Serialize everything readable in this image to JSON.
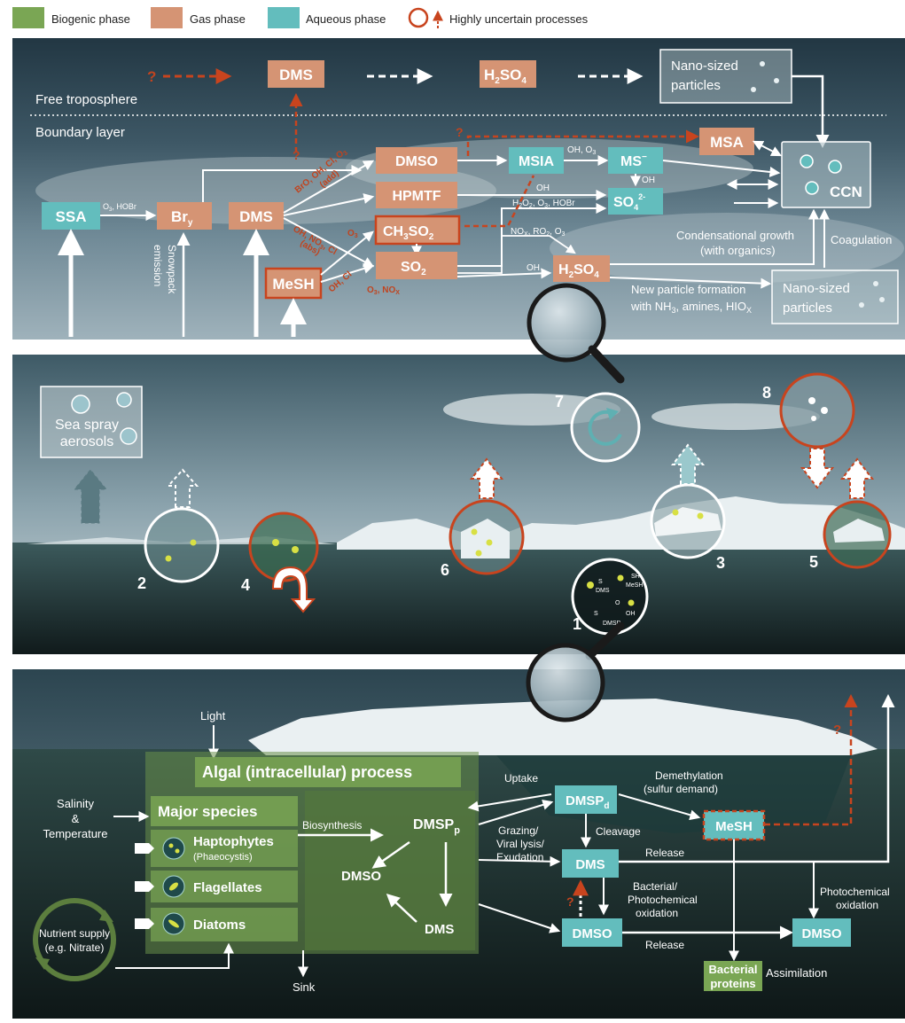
{
  "legend": {
    "biogenic": "Biogenic phase",
    "gas": "Gas phase",
    "aqueous": "Aqueous phase",
    "uncertain": "Highly uncertain processes"
  },
  "colors": {
    "biogenic": "#7aa654",
    "gas": "#d59474",
    "aqueous": "#63bdbd",
    "uncertain": "#c8441e",
    "sky_top": "#2a3d48",
    "sky_mid": "#8ea2ad",
    "ocean": "#1d2a2a"
  },
  "top_panel": {
    "question": "?",
    "free_troposphere": "Free troposphere",
    "boundary_layer": "Boundary layer",
    "dms_top": "DMS",
    "h2so4_top": {
      "main": "H",
      "sub": "2",
      "rest": "SO",
      "sub2": "4"
    },
    "nano_top": {
      "line1": "Nano-sized",
      "line2": "particles"
    },
    "ssa": "SSA",
    "ssa_label": {
      "a": "O",
      "a_sub": "3",
      "b": ", HOBr"
    },
    "bry": {
      "main": "Br",
      "sub": "y"
    },
    "snowpack": {
      "line1": "Snowpack",
      "line2": "emission"
    },
    "dms_mid": "DMS",
    "mesh": "MeSH",
    "dmso": "DMSO",
    "hpmtf": "HPMTF",
    "ch3so2": {
      "a": "CH",
      "b": "3",
      "c": "SO",
      "d": "2"
    },
    "so2": {
      "a": "SO",
      "b": "2"
    },
    "msia": "MSIA",
    "ms_minus": "MS",
    "so4": {
      "a": "SO",
      "b": "4",
      "c": "2-"
    },
    "msa": "MSA",
    "ccn": "CCN",
    "h2so4_low": {
      "a": "H",
      "b": "2",
      "c": "SO",
      "d": "4"
    },
    "nano_low": {
      "line1": "Nano-sized",
      "line2": "particles"
    },
    "lbl_bro": "BrO, OH, Cl, O",
    "lbl_bro_sub": "3",
    "lbl_add": "(add)",
    "lbl_abs_a": "OH, NO",
    "lbl_abs_sub": "3",
    "lbl_abs_b": ", Cl",
    "lbl_abs": "(abs)",
    "lbl_o3": "O",
    "lbl_o3_sub": "3",
    "lbl_ohcl": "OH, Cl",
    "lbl_o3nox": "O",
    "lbl_o3nox_rest": ", NO",
    "lbl_msia_oh": "OH, O",
    "lbl_oh": "OH",
    "lbl_h2o2": "H",
    "lbl_h2o2_rest": "O",
    "lbl_h2o2_tail": ", O",
    "lbl_h2o2_end": ", HOBr",
    "lbl_nox": "NO",
    "lbl_nox_rest": ", RO",
    "lbl_nox_end": ", O",
    "lbl_oh_low": "OH",
    "condensational": {
      "line1": "Condensational growth",
      "line2": "(with organics)"
    },
    "coagulation": "Coagulation",
    "npf": {
      "line1": "New particle formation",
      "line2": "with NH",
      "line2b": ", amines, HIO"
    }
  },
  "middle_panel": {
    "sea_spray": {
      "line1": "Sea spray",
      "line2": "aerosols"
    },
    "n1": "1",
    "n2": "2",
    "n3": "3",
    "n4": "4",
    "n5": "5",
    "n6": "6",
    "n7": "7",
    "n8": "8",
    "mol_dms": "DMS",
    "mol_sh": "SH",
    "mol_mesh": "MeSH",
    "mol_dmsp": "DMSP",
    "mol_s": "S",
    "mol_o": "O",
    "mol_oh": "OH"
  },
  "bottom_panel": {
    "light": "Light",
    "algal": "Algal (intracellular) process",
    "major_species": "Major species",
    "haptophytes": "Haptophytes",
    "phaeocystis": "(Phaeocystis)",
    "flagellates": "Flagellates",
    "diatoms": "Diatoms",
    "salinity": {
      "line1": "Salinity",
      "line2": "&",
      "line3": "Temperature"
    },
    "nutrient": {
      "line1": "Nutrient supply",
      "line2": "(e.g. Nitrate)"
    },
    "biosynthesis": "Biosynthesis",
    "dmspp": {
      "main": "DMSP",
      "sub": "p"
    },
    "dmso_in": "DMSO",
    "dms_in": "DMS",
    "sink": "Sink",
    "uptake": "Uptake",
    "grazing": {
      "line1": "Grazing/",
      "line2": "Viral lysis/",
      "line3": "Exudation"
    },
    "dmspd": {
      "main": "DMSP",
      "sub": "d"
    },
    "cleavage": "Cleavage",
    "dms_out": "DMS",
    "bacterial_ox": {
      "line1": "Bacterial/",
      "line2": "Photochemical",
      "line3": "oxidation"
    },
    "dmso_out": "DMSO",
    "demethylation": {
      "line1": "Demethylation",
      "line2": "(sulfur demand)"
    },
    "mesh_out": "MeSH",
    "release1": "Release",
    "release2": "Release",
    "photochemical": {
      "line1": "Photochemical",
      "line2": "oxidation"
    },
    "dmso_right": "DMSO",
    "bacterial_proteins": {
      "line1": "Bacterial",
      "line2": "proteins"
    },
    "assimilation": "Assimilation",
    "question": "?"
  }
}
